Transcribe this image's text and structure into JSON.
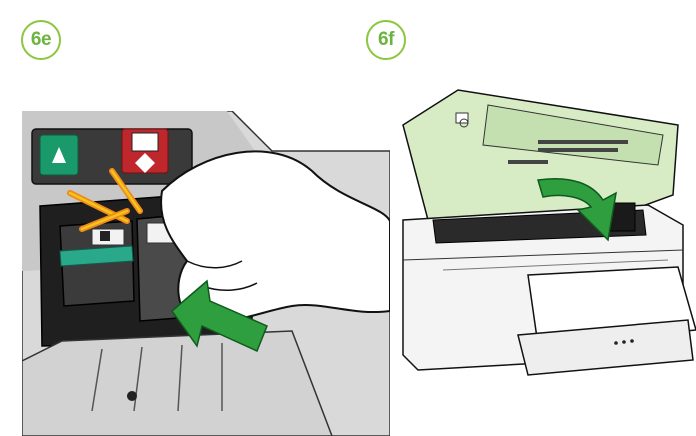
{
  "steps": [
    {
      "label": "6e",
      "illustration": "insert-cartridge-into-carriage"
    },
    {
      "label": "6f",
      "illustration": "close-printer-access-door"
    }
  ],
  "colors": {
    "badge_green": "#8cc63f",
    "badge_text": "#6db33f",
    "arrow_green": "#2e9e3e",
    "glow_yellow": "#f5c518",
    "glow_orange": "#f08a1c",
    "lid_green": "#d7ecc5",
    "slot_black_label": "#c0272d",
    "slot_color_label": "#1a9a6a"
  }
}
